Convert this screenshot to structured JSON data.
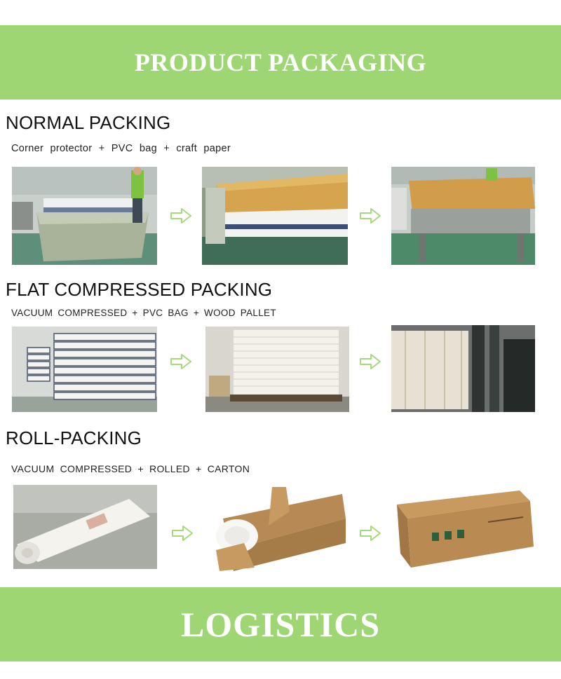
{
  "header": {
    "title": "PRODUCT PACKAGING"
  },
  "sections": [
    {
      "title": "NORMAL PACKING",
      "subtitle": "Corner protector + PVC bag + craft paper",
      "steps": [
        {
          "icon": "mattress-in-film-photo"
        },
        {
          "icon": "craft-paper-wrap-photo"
        },
        {
          "icon": "wrapped-mattress-on-table-photo"
        }
      ]
    },
    {
      "title": "FLAT COMPRESSED PACKING",
      "subtitle": "VACUUM COMPRESSED + PVC BAG + WOOD PALLET",
      "steps": [
        {
          "icon": "stacked-mattresses-photo"
        },
        {
          "icon": "compressed-stack-on-pallet-photo"
        },
        {
          "icon": "pallet-on-forklift-photo"
        }
      ]
    },
    {
      "title": "ROLL-PACKING",
      "subtitle": "VACUUM COMPRESSED + ROLLED + CARTON",
      "steps": [
        {
          "icon": "rolled-mattress-photo"
        },
        {
          "icon": "roll-in-carton-photo"
        },
        {
          "icon": "sealed-carton-photo"
        }
      ]
    }
  ],
  "footer": {
    "title": "LOGISTICS"
  },
  "colors": {
    "banner": "#9dd673",
    "arrow": "#a6d97c",
    "banner_text": "#ffffff"
  }
}
